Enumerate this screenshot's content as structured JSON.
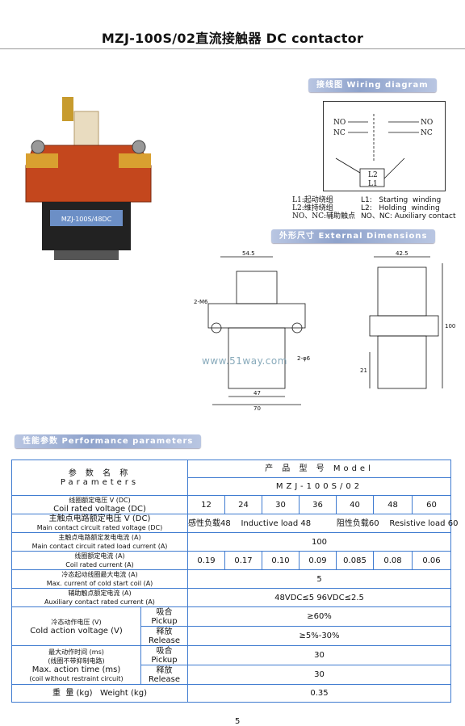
{
  "page": {
    "title": "MZJ-100S/02直流接触器 DC contactor",
    "page_number": "5",
    "watermark": "www.51way.com"
  },
  "sections": {
    "wiring": "接线图 Wiring diagram",
    "dimensions": "外形尺寸 External Dimensions",
    "performance": "性能参数 Performance parameters"
  },
  "photo": {
    "label": "MZJ-100S/48DC"
  },
  "wiring_diagram": {
    "no_left": "NO",
    "nc_left": "NC",
    "no_right": "NO",
    "nc_right": "NC",
    "l2": "L2",
    "l1": "L1"
  },
  "legend": {
    "zh": "L1:起动绕组\nL2:维持绕组\nNO、NC:辅助触点",
    "en": "L1:   Starting  winding\nL2:   Holding  winding\nNO、NC: Auxiliary contact"
  },
  "dims": {
    "front_top": "54.5",
    "front_m6": "2-M6",
    "front_hole": "2-φ6",
    "front_47": "47",
    "front_70": "70",
    "side_top": "42.5",
    "side_100": "100",
    "side_21": "21"
  },
  "table": {
    "param_zh": "参 数 名 称",
    "param_en": "Parameters",
    "model_hdr": "产 品 型 号     Model",
    "model": "MZJ-100S/02",
    "r1_zh": "线圈额定电压 V (DC)",
    "r1_en": "Coil rated voltage (DC)",
    "voltages": [
      "12",
      "24",
      "30",
      "36",
      "40",
      "48",
      "60"
    ],
    "r2_zh": "主触点电路额定电压 V (DC)",
    "r2_en": "Main contact circuit rated voltage (DC)",
    "r2_val": "感性负载48    Inductive load 48          阻性负载60    Resistive load 60",
    "r3_zh": "主触点电路额定发电电流 (A)",
    "r3_en": "Main contact circuit rated load current (A)",
    "r3_val": "100",
    "r4_zh": "线圈额定电流 (A)",
    "r4_en": "Coil rated current (A)",
    "currents": [
      "0.19",
      "0.17",
      "0.10",
      "0.09",
      "0.085",
      "0.08",
      "0.06"
    ],
    "r5_zh": "冷态起动线圈最大电流 (A)",
    "r5_en": "Max. current of cold start coil (A)",
    "r5_val": "5",
    "r6_zh": "辅助触点额定电流 (A)",
    "r6_en": "Auxiliary contact rated current (A)",
    "r6_val": "48VDC≤5  96VDC≤2.5",
    "r7_zh": "冷态动作电压 (V)",
    "r7_en": "Cold action voltage (V)",
    "pickup_zh": "吸合",
    "pickup_en": "Pickup",
    "release_zh": "释放",
    "release_en": "Release",
    "r7_pickup": "≥60%",
    "r7_release": "≥5%-30%",
    "r8_zh1": "最大动作时间 (ms)",
    "r8_zh2": "(线圈不带抑制电路)",
    "r8_en1": "Max. action time (ms)",
    "r8_en2": "(coil without restraint circuit)",
    "r8_pickup": "30",
    "r8_release": "30",
    "r9_label": "重  量 (kg)   Weight (kg)",
    "r9_val": "0.35"
  }
}
